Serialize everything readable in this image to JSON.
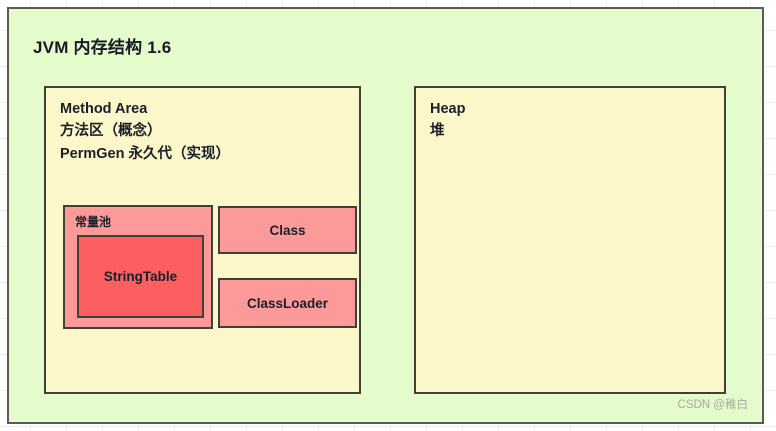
{
  "diagram": {
    "title": "JVM 内存结构 1.6",
    "background_color": "#e4fbcb",
    "border_color": "#5b5b52",
    "method_area": {
      "heading_lines": [
        "Method Area",
        "方法区（概念）",
        "PermGen 永久代（实现）"
      ],
      "fill_color": "#fcf7c8",
      "constant_pool": {
        "label": "常量池",
        "fill_color": "#fc9a9a",
        "string_table": {
          "label": "StringTable",
          "fill_color": "#fc5f5f"
        }
      },
      "blocks": [
        {
          "label": "Class",
          "fill_color": "#fc9a9a"
        },
        {
          "label": "ClassLoader",
          "fill_color": "#fc9a9a"
        }
      ]
    },
    "heap": {
      "heading_lines": [
        "Heap",
        "堆"
      ],
      "fill_color": "#fcf7c8"
    }
  },
  "watermark": {
    "text": "CSDN @稚白"
  }
}
